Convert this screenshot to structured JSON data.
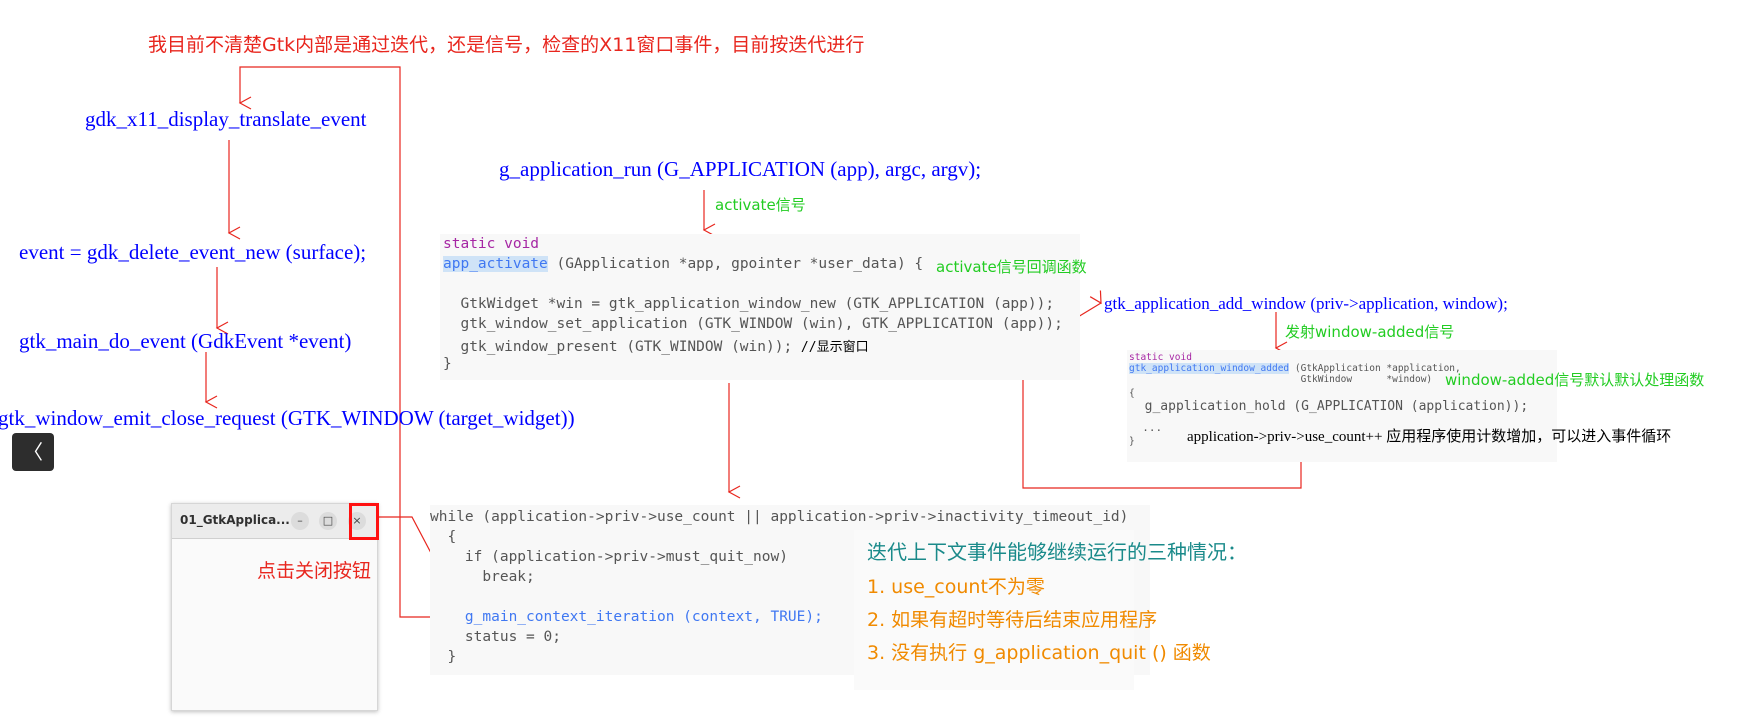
{
  "notes": {
    "top_red": "我目前不清楚Gtk内部是通过迭代，还是信号，检查的X11窗口事件，目前按迭代进行",
    "click_close": "点击关闭按钮",
    "activate_signal": "activate信号",
    "activate_callback": "activate信号回调函数",
    "emit_window_added": "发射window-added信号",
    "window_added_default": "window-added信号默认默认处理函数",
    "use_count_note": "application->priv->use_count++ 应用程序使用计数增加，可以进入事件循环"
  },
  "left_chain": [
    "gdk_x11_display_translate_event",
    "event = gdk_delete_event_new (surface);",
    "gtk_main_do_event (GdkEvent *event)",
    "gtk_window_emit_close_request (GTK_WINDOW (target_widget))"
  ],
  "run_call": "g_application_run (G_APPLICATION (app), argc, argv);",
  "add_window_call": "gtk_application_add_window (priv->application, window);",
  "activate_code": {
    "line1": "static void",
    "line2_fn": "app_activate",
    "line2_rest": " (GApplication *app, gpointer *user_data) {",
    "line3": "  GtkWidget *win = gtk_application_window_new (GTK_APPLICATION (app));",
    "line4": "  gtk_window_set_application (GTK_WINDOW (win), GTK_APPLICATION (app));",
    "line5": "  gtk_window_present (GTK_WINDOW (win)); ",
    "line5_comment": "//显示窗口",
    "line6": "}"
  },
  "added_code": {
    "line1": "static void",
    "line2_fn": "gtk_application_window_added",
    "line2_rest": " (GtkApplication *application,",
    "line3": "                              GtkWindow      *window)",
    "line4": "{",
    "line5": "  g_application_hold (G_APPLICATION (application));",
    "line6": "  ...",
    "line7": "}"
  },
  "loop_code": {
    "line1": "while (application->priv->use_count || application->priv->inactivity_timeout_id)",
    "line2": "  {",
    "line3": "    if (application->priv->must_quit_now)",
    "line4": "      break;",
    "line5": "    g_main_context_iteration (context, TRUE);",
    "line6": "    status = 0;",
    "line7": "  }"
  },
  "conditions": {
    "title": "迭代上下文事件能够继续运行的三种情况：",
    "items": [
      "1. use_count不为零",
      "2. 如果有超时等待后结束应用程序",
      "3. 没有执行 g_application_quit () 函数"
    ]
  },
  "window": {
    "title": "01_GtkApplica...",
    "minimize": "–",
    "maximize": "□",
    "close": "×"
  },
  "back_button": "〈",
  "colors": {
    "note_red": "#e8261e",
    "function_blue": "#0000ff",
    "signal_green": "#22cc22",
    "title_teal": "#1a8a8a",
    "list_orange": "#f08a00",
    "arrow_red": "#e8261e"
  }
}
